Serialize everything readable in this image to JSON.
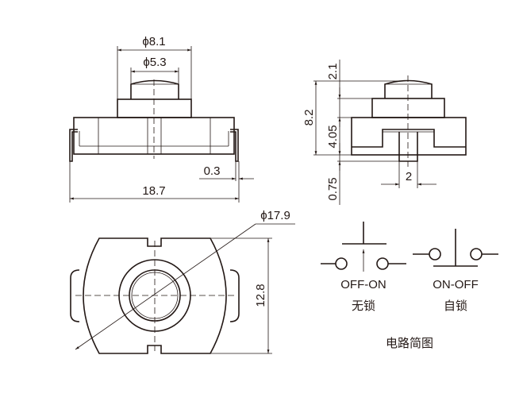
{
  "front_view": {
    "dia_outer": "ϕ8.1",
    "dia_inner": "ϕ5.3",
    "pin_thickness": "0.3",
    "overall_width": "18.7"
  },
  "side_view": {
    "cap_height": "2.1",
    "total_height": "8.2",
    "base_height": "4.05",
    "stem_height": "0.75",
    "stem_width": "2"
  },
  "top_view": {
    "diagonal": "ϕ17.9",
    "depth": "12.8"
  },
  "circuit": {
    "left": {
      "mode": "OFF-ON",
      "label_cn": "无锁"
    },
    "right": {
      "mode": "ON-OFF",
      "label_cn": "自锁"
    },
    "title": "电路简图"
  }
}
